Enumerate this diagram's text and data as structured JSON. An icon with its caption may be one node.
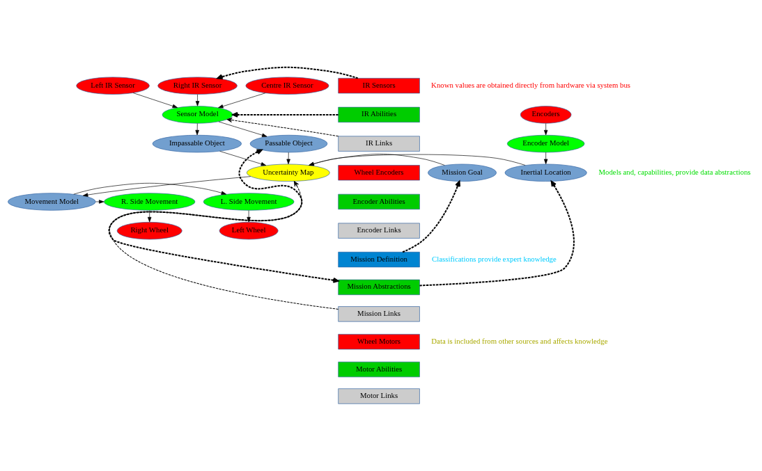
{
  "diagram": {
    "nodes": [
      {
        "text": [
          "Left IR Sensor"
        ]
      },
      {
        "text": [
          "Centre IR Sensor"
        ]
      },
      {
        "text": [
          "Right IR Sensor"
        ]
      },
      {
        "text": [
          "Sensor Model"
        ]
      },
      {
        "text": [
          "Encoders"
        ]
      },
      {
        "text": [
          "Impassable Object"
        ]
      },
      {
        "text": [
          "Passable Object"
        ]
      },
      {
        "text": [
          "Encoder Model"
        ]
      },
      {
        "text": [
          "Mission Goal"
        ]
      },
      {
        "text": [
          "Uncertainty Map"
        ]
      },
      {
        "text": [
          "Inertial Location"
        ]
      },
      {
        "text": [
          "L. Side Movement"
        ]
      },
      {
        "text": [
          "Movement Model"
        ]
      },
      {
        "text": [
          "R. Side Movement"
        ]
      },
      {
        "text": [
          "Left Wheel"
        ]
      },
      {
        "text": [
          "Right Wheel"
        ]
      },
      {
        "text": [
          "IR Sensors"
        ]
      },
      {
        "text": [
          "IR Abilities"
        ]
      },
      {
        "text": [
          "IR Links"
        ]
      },
      {
        "text": [
          "Wheel Encoders"
        ]
      },
      {
        "text": [
          "Encoder Abilities"
        ]
      },
      {
        "text": [
          "Encoder Links"
        ]
      },
      {
        "text": [
          "Mission Definition"
        ]
      },
      {
        "text": [
          "Mission Abstractions"
        ]
      },
      {
        "text": [
          "Mission Links"
        ]
      },
      {
        "text": [
          "Wheel Motors"
        ]
      },
      {
        "text": [
          "Motor Abilities"
        ]
      },
      {
        "text": [
          "Motor Links"
        ]
      }
    ],
    "edges": [
      {
        "from": 0,
        "to": 3,
        "arrow": "to"
      },
      {
        "from": 1,
        "to": 3,
        "arrow": "to"
      },
      {
        "from": 2,
        "to": 3,
        "arrow": "to"
      },
      {
        "from": 3,
        "to": 5,
        "arrow": "to"
      },
      {
        "from": 3,
        "to": 6,
        "arrow": "to"
      },
      {
        "from": 4,
        "to": 7,
        "arrow": "to"
      },
      {
        "from": 5,
        "to": 9,
        "arrow": "to"
      },
      {
        "from": 6,
        "to": 9,
        "arrow": "to"
      },
      {
        "from": 7,
        "to": 10,
        "arrow": "to"
      },
      {
        "from": 8,
        "to": 9,
        "arrow": "to"
      },
      {
        "from": 10,
        "to": 9,
        "arrow": "to"
      },
      {
        "from": 9,
        "to": 12,
        "arrow": "to"
      },
      {
        "from": 12,
        "to": 11,
        "arrow": "to"
      },
      {
        "from": 12,
        "to": 13,
        "arrow": "to"
      },
      {
        "from": 11,
        "to": 14,
        "arrow": "to"
      },
      {
        "from": 13,
        "to": 15,
        "arrow": "to"
      },
      {
        "from": 16,
        "to": 2,
        "arrow": "to",
        "style": "dashed"
      },
      {
        "from": 17,
        "to": 3,
        "arrow": "to",
        "style": "dashed"
      },
      {
        "from": 18,
        "to": 3,
        "arrow": "to",
        "style": "dashed"
      },
      {
        "from": 22,
        "to": 8,
        "arrow": "to",
        "style": "dashed"
      },
      {
        "from": 6,
        "to": 23,
        "arrow": "both",
        "style": "dashed"
      },
      {
        "from": 23,
        "to": 10,
        "arrow": "to",
        "style": "dashed"
      },
      {
        "from": 24,
        "to": 9,
        "arrow": "to",
        "style": "dashed"
      }
    ],
    "labels": [
      "Known values are obtained directly from hardware via system bus",
      "Models and, capabilities, provide data abstractions",
      "Classifications provide expert knowledge",
      "Data is included from other sources and affects knowledge"
    ]
  }
}
